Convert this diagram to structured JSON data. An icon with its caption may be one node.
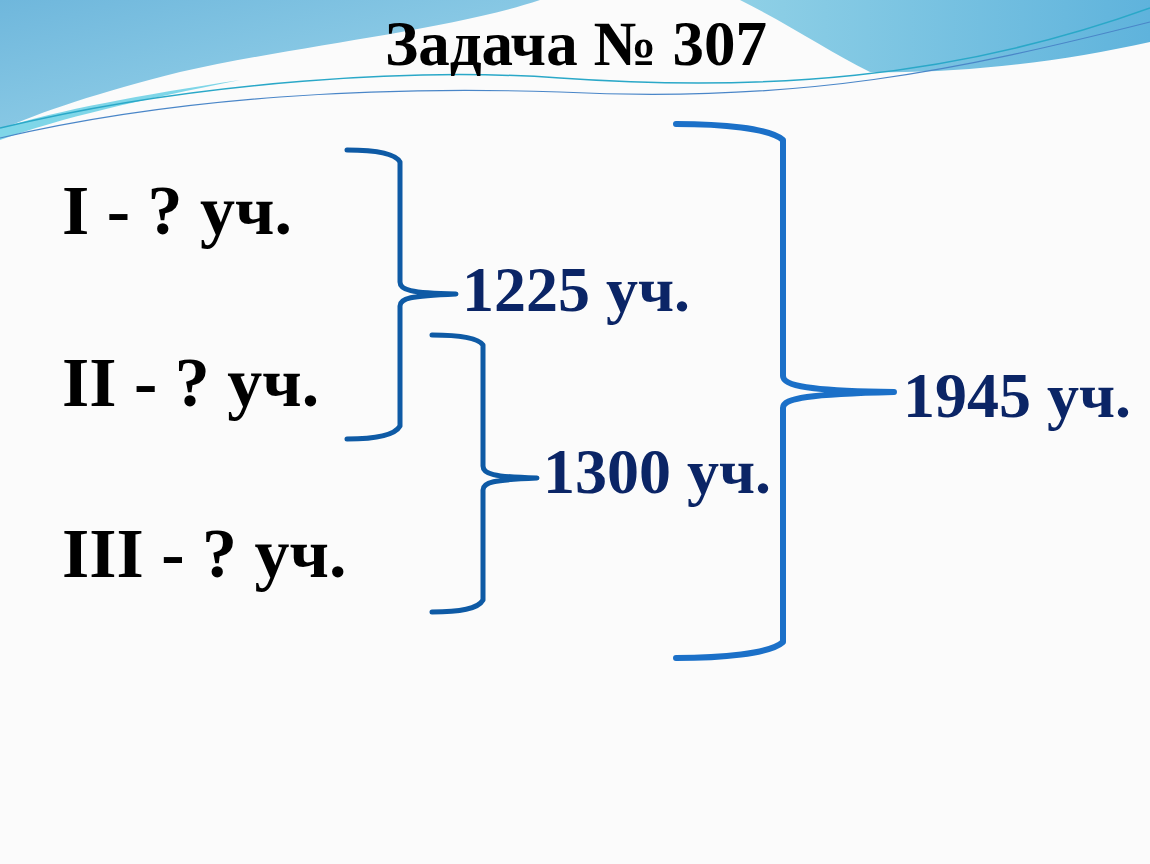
{
  "diagram": {
    "title": "Задача № 307",
    "labels": [
      "I - ? уч.",
      "1225 уч.",
      "II - ? уч.",
      "1945 уч.",
      "1300 уч.",
      "III - ? уч."
    ]
  }
}
